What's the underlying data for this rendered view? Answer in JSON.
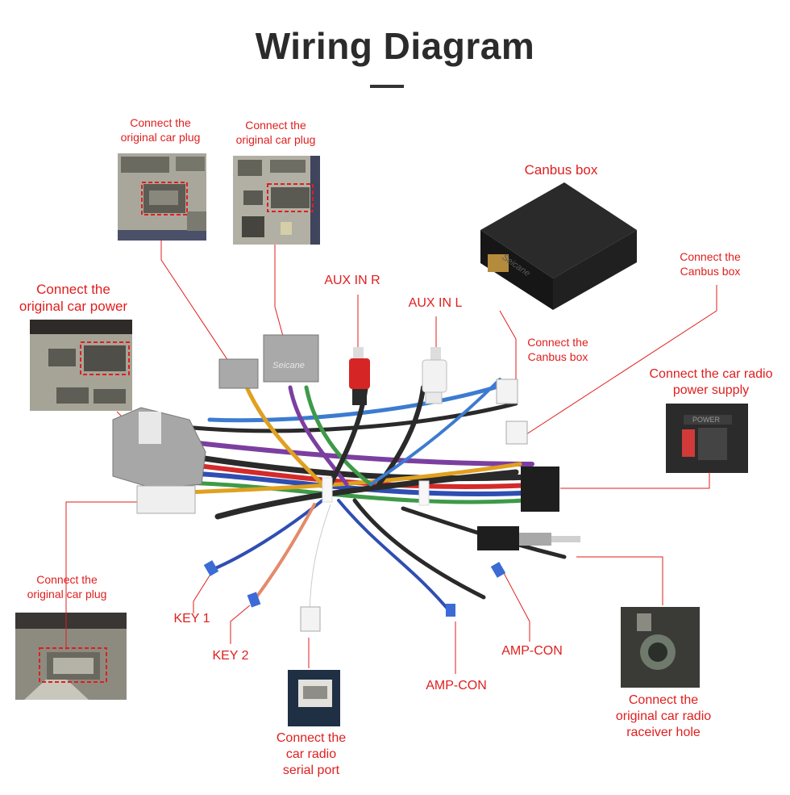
{
  "title": "Wiring Diagram",
  "brand": "Seicane",
  "photo_text": {
    "power": "POWER"
  },
  "labels": {
    "plug_top_left": "Connect the\noriginal car plug",
    "plug_top_mid": "Connect the\noriginal car plug",
    "canbus_box": "Canbus box",
    "power_left": "Connect the\noriginal car power",
    "aux_r": "AUX IN R",
    "aux_l": "AUX IN L",
    "canbus_right": "Connect the\nCanbus box",
    "canbus_mid": "Connect the\nCanbus box",
    "radio_power": "Connect the car radio\npower supply",
    "plug_bottom_left": "Connect the\noriginal car plug",
    "key1": "KEY 1",
    "key2": "KEY 2",
    "amp_con_1": "AMP-CON",
    "amp_con_2": "AMP-CON",
    "serial_port": "Connect the\ncar radio\nserial port",
    "receiver_hole": "Connect the\noriginal car radio\nraceiver hole"
  }
}
